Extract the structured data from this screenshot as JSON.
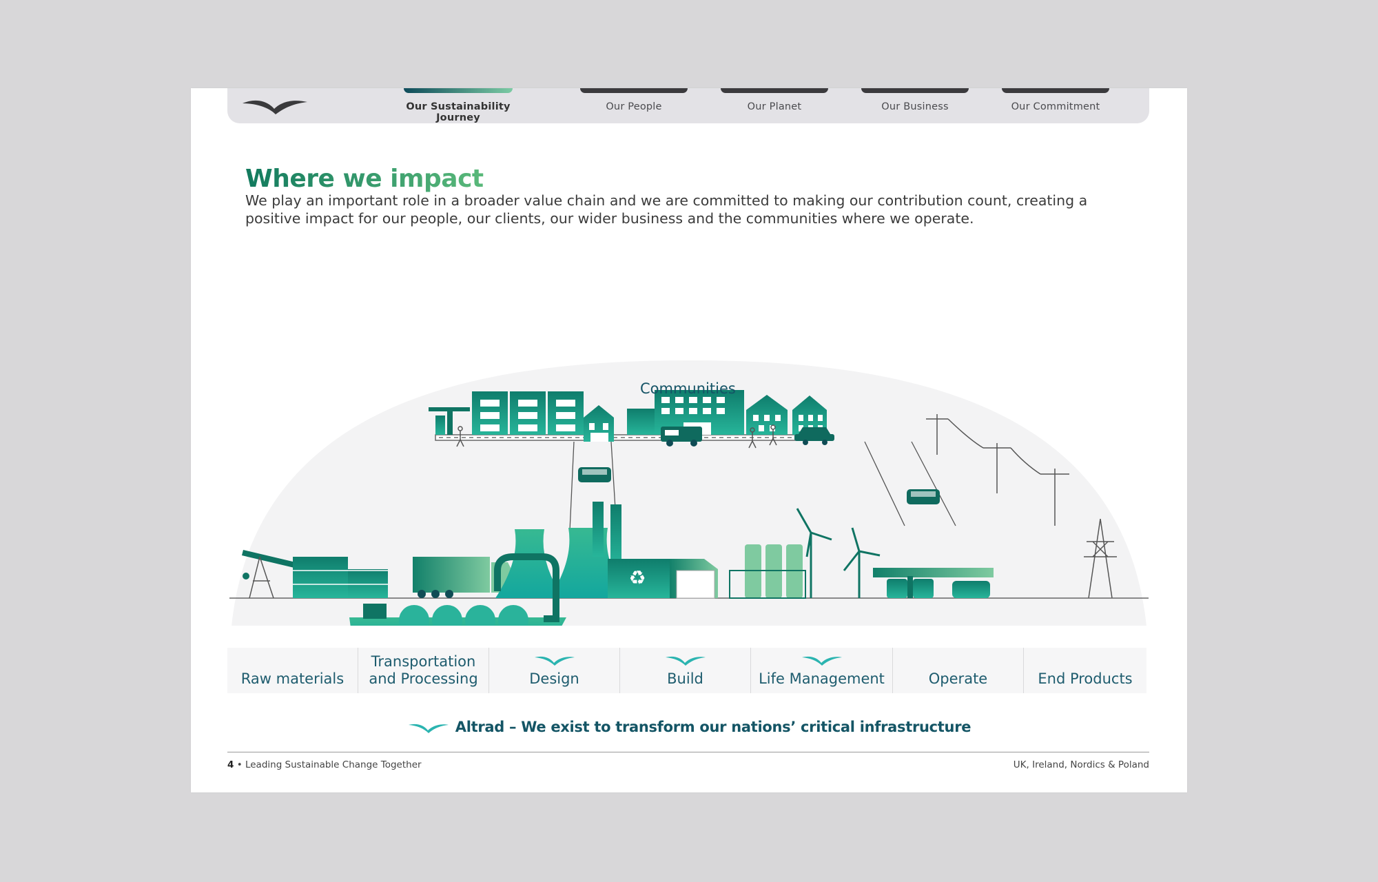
{
  "nav": {
    "tabs": [
      {
        "label": "Our Sustainability Journey",
        "active": true
      },
      {
        "label": "Our People",
        "active": false
      },
      {
        "label": "Our Planet",
        "active": false
      },
      {
        "label": "Our Business",
        "active": false
      },
      {
        "label": "Our Commitment",
        "active": false
      }
    ]
  },
  "heading": {
    "title": "Where we impact",
    "intro": "We play an important role in a broader value chain and we are committed to making our contribution count, creating a positive impact for our people, our clients, our wider business and the communities where we operate."
  },
  "illustration": {
    "communities_label": "Communities"
  },
  "stages": [
    {
      "label": "Raw materials",
      "bird": false
    },
    {
      "label": "Transportation and Processing",
      "bird": false
    },
    {
      "label": "Design",
      "bird": true
    },
    {
      "label": "Build",
      "bird": true
    },
    {
      "label": "Life Management",
      "bird": true
    },
    {
      "label": "Operate",
      "bird": false
    },
    {
      "label": "End Products",
      "bird": false
    }
  ],
  "tagline": "Altrad – We exist to transform our nations’ critical infrastructure",
  "footer": {
    "page_number": "4",
    "separator": " • ",
    "doc_title": "Leading Sustainable Change Together",
    "region": "UK, Ireland, Nordics & Poland"
  },
  "colors": {
    "brand_green": "#157c5f",
    "teal": "#12a59a",
    "navy_text": "#155466"
  }
}
